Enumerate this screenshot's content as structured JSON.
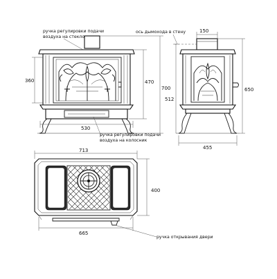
{
  "annotations": {
    "glass_air_control": [
      "ручка регулировки подачи",
      "воздуха на стекло"
    ],
    "flue_axis": "ось дымохода в стену",
    "grate_air_control": [
      "ручка регулировки подачи",
      "воздуха на колосник"
    ],
    "door_handle": "ручка открывания двери"
  },
  "dimensions": {
    "front_firebox_height": "360",
    "front_height_470": "470",
    "front_total_height": "700",
    "front_width_530": "530",
    "flue_diameter": "150",
    "side_height_512": "512",
    "side_height_650": "650",
    "side_depth": "455",
    "top_width": "713",
    "top_depth": "400",
    "top_width_665": "665"
  }
}
